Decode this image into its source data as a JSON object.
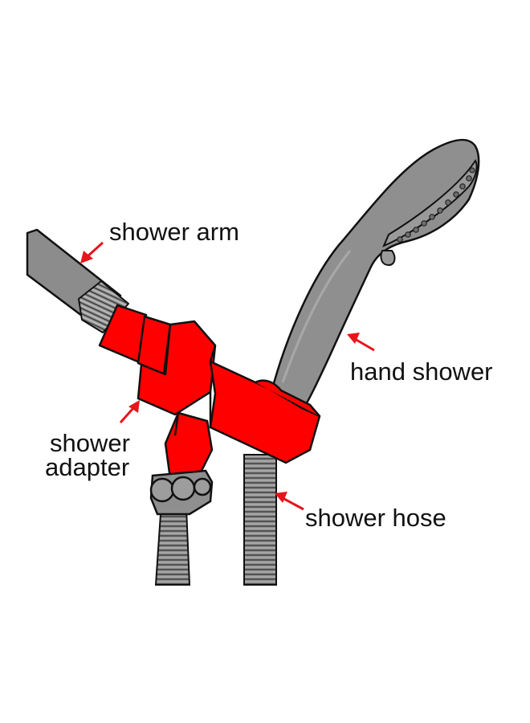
{
  "labels": {
    "shower_arm": "shower arm",
    "hand_shower": "hand shower",
    "shower_adapter_line1": "shower",
    "shower_adapter_line2": "adapter",
    "shower_hose": "shower hose"
  },
  "colors": {
    "adapter": "#ff0000",
    "metal": "#8c8c8c",
    "outline": "#111111",
    "arrow": "#e8141b",
    "background": "#ffffff"
  }
}
